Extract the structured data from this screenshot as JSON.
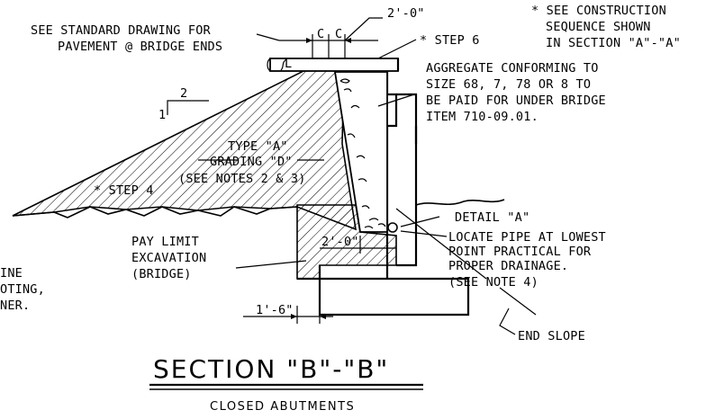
{
  "notes": {
    "standard_drawing": [
      "SEE STANDARD DRAWING FOR",
      "PAVEMENT @ BRIDGE ENDS"
    ],
    "construction_sequence": [
      "* SEE CONSTRUCTION",
      "SEQUENCE SHOWN",
      "IN SECTION \"A\"-\"A\""
    ],
    "step6": "* STEP 6",
    "aggregate": [
      "AGGREGATE CONFORMING TO",
      "SIZE 68, 7, 78 OR 8 TO",
      "BE PAID FOR UNDER BRIDGE",
      "ITEM 710-09.01."
    ],
    "type_a": [
      "TYPE \"A\"",
      "GRADING \"D\"",
      "(SEE NOTES 2 & 3)"
    ],
    "step4": "* STEP 4",
    "detail_a": "DETAIL \"A\"",
    "locate_pipe": [
      "LOCATE PIPE AT LOWEST",
      "POINT PRACTICAL FOR",
      "PROPER DRAINAGE.",
      "(SEE NOTE 4)"
    ],
    "pay_limit": [
      "PAY LIMIT",
      "EXCAVATION",
      "(BRIDGE)"
    ],
    "left_cut": [
      "INE",
      "OTING,",
      "NER."
    ],
    "end_slope": "END SLOPE",
    "slope_rise": "1",
    "slope_run": "2",
    "centerline_c": "C",
    "centerline_l": "L"
  },
  "dimensions": {
    "top": "2'-0\"",
    "mid": "2'-0\"",
    "bottom": "1'-6\""
  },
  "title": "SECTION \"B\"-\"B\"",
  "subtitle": "CLOSED ABUTMENTS"
}
